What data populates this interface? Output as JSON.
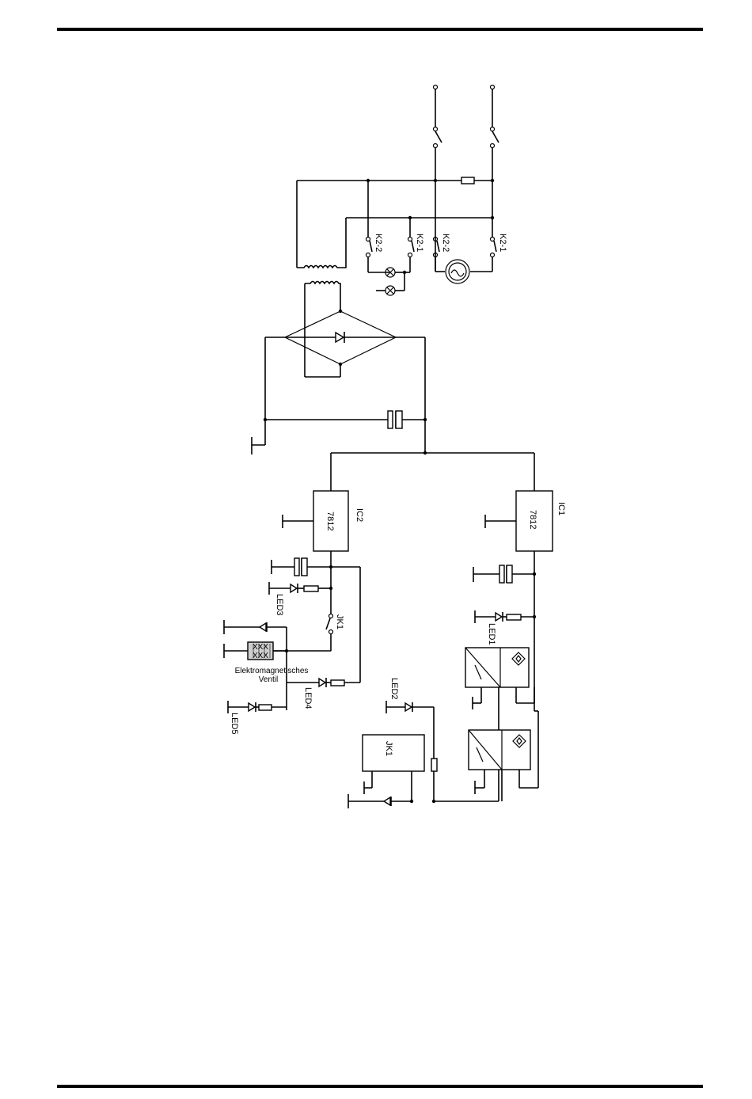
{
  "labels": {
    "ic1": "IC1",
    "ic1_type": "7812",
    "ic2": "IC2",
    "ic2_type": "7812",
    "led1": "LED1",
    "led2": "LED2",
    "led3": "LED3",
    "led4": "LED4",
    "led5": "LED5",
    "jk1_contact": "JK1",
    "jk1_relay": "JK1",
    "k2_2_a": "K2-2",
    "k2_1_a": "K2-1",
    "k2_2_b": "K2-2",
    "k2_1_b": "K2-1",
    "valve_line1": "Elektromagnetisches",
    "valve_line2": "Ventil",
    "valve_mark": "XXX"
  }
}
